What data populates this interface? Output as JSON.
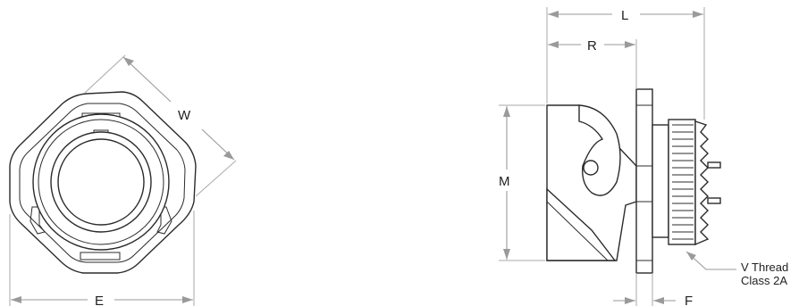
{
  "dimensions": {
    "W": "W",
    "E_left": "E",
    "L": "L",
    "R": "R",
    "M": "M",
    "F": "F"
  },
  "callout": {
    "line1": "V Thread",
    "line2": "Class 2A"
  }
}
